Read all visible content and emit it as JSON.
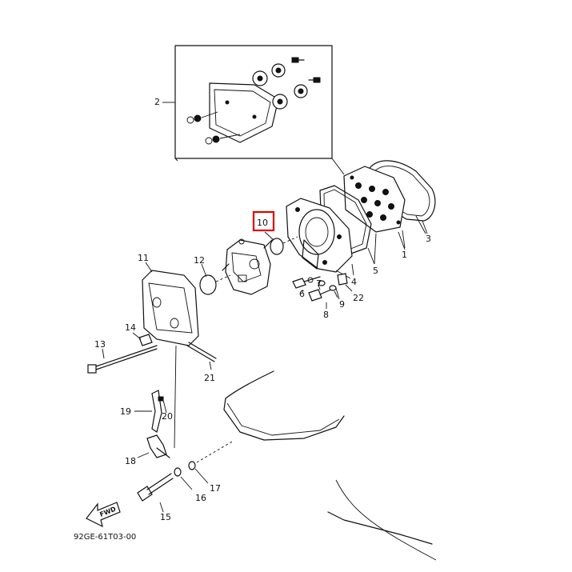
{
  "diagram": {
    "part_code": "92GE-61T03-00",
    "direction_badge": "FWD",
    "highlight_color": "#e00000",
    "line_color": "#111111",
    "highlighted_label": "10"
  },
  "labels": {
    "l1": "1",
    "l2": "2",
    "l3": "3",
    "l4": "4",
    "l5": "5",
    "l6": "6",
    "l7": "7",
    "l8": "8",
    "l9": "9",
    "l10": "10",
    "l11": "11",
    "l12": "12",
    "l13": "13",
    "l14": "14",
    "l15": "15",
    "l16": "16",
    "l17": "17",
    "l18": "18",
    "l19": "19",
    "l20": "20",
    "l21": "21",
    "l22": "22"
  }
}
